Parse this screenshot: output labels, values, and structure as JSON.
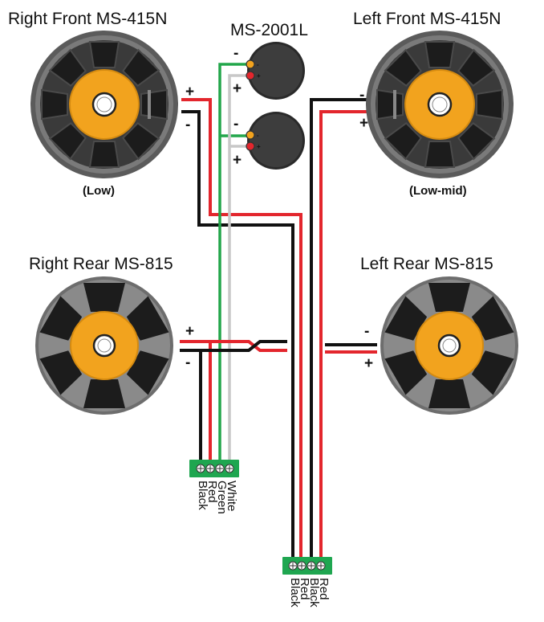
{
  "speakers": {
    "right_front": {
      "title": "Right Front MS-415N",
      "sublabel": "(Low)",
      "pos": "+",
      "neg": "-"
    },
    "left_front": {
      "title": "Left Front MS-415N",
      "sublabel": "(Low-mid)",
      "pos": "+",
      "neg": "-"
    },
    "right_rear": {
      "title": "Right Rear MS-815",
      "pos": "+",
      "neg": "-"
    },
    "left_rear": {
      "title": "Left Rear MS-815",
      "pos": "+",
      "neg": "-"
    }
  },
  "tweeters": {
    "title": "MS-2001L",
    "top": {
      "neg": "-",
      "pos": "+",
      "term_neg": "-",
      "term_pos": "+"
    },
    "bottom": {
      "neg": "-",
      "pos": "+",
      "term_neg": "-",
      "term_pos": "+"
    }
  },
  "connectors": {
    "left_block": {
      "wires": [
        "Black",
        "Red",
        "Green",
        "White"
      ]
    },
    "bottom_block": {
      "wires": [
        "Black",
        "Red",
        "Black",
        "Red"
      ]
    }
  },
  "colors": {
    "red_wire": "#e3262d",
    "black_wire": "#111111",
    "green_wire": "#22a64a",
    "white_wire": "#c8c8c8",
    "cone": "#f2a31e",
    "terminal_block": "#1fa650"
  }
}
